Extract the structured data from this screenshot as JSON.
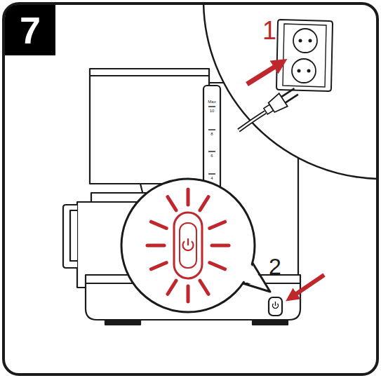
{
  "diagram": {
    "nodes": [
      {
        "text": [
          "7"
        ]
      }
    ],
    "labels": [
      "1",
      "2",
      "Max",
      "10",
      "8",
      "6",
      "4"
    ]
  }
}
